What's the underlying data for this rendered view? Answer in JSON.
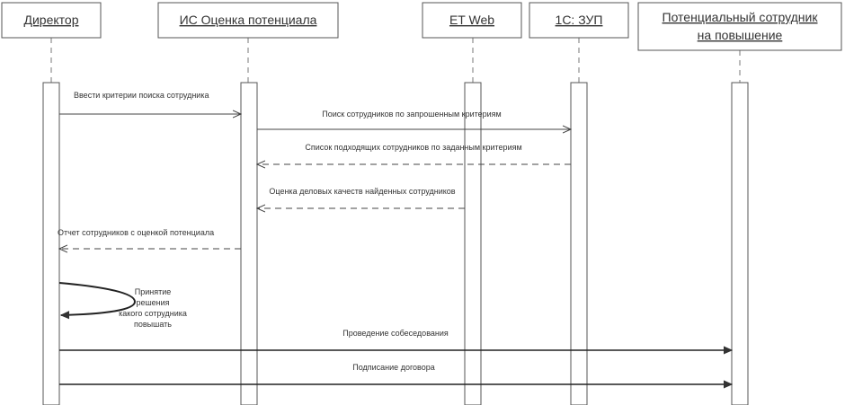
{
  "participants": [
    {
      "id": "director",
      "label": "Директор"
    },
    {
      "id": "is",
      "label": "ИС Оценка потенциала"
    },
    {
      "id": "etweb",
      "label": "ET Web"
    },
    {
      "id": "zup",
      "label": "1С: ЗУП"
    },
    {
      "id": "candidate",
      "label": "Потенциальный сотрудник на повышение",
      "lines": [
        "Потенциальный сотрудник",
        "на повышение"
      ]
    }
  ],
  "messages": [
    {
      "from": "director",
      "to": "is",
      "label": "Ввести критерии поиска сотрудника",
      "style": "solid"
    },
    {
      "from": "is",
      "to": "zup",
      "label": "Поиск сотрудников по запрошенным критериям",
      "style": "solid"
    },
    {
      "from": "zup",
      "to": "is",
      "label": "Список подходящих сотрудников по заданным критериям",
      "style": "dashed"
    },
    {
      "from": "etweb",
      "to": "is",
      "label": "Оценка деловых качеств найденных сотрудников",
      "style": "dashed"
    },
    {
      "from": "is",
      "to": "director",
      "label": "Отчет сотрудников с оценкой потенциала",
      "style": "dashed"
    },
    {
      "from": "director",
      "to": "director",
      "label": "Принятие решения какого сотрудника повышать",
      "lines": [
        "Принятие",
        "решения",
        "какого сотрудника",
        "повышать"
      ],
      "style": "self"
    },
    {
      "from": "director",
      "to": "candidate",
      "label": "Проведение собеседования",
      "style": "solid"
    },
    {
      "from": "director",
      "to": "candidate",
      "label": "Подписание договора",
      "style": "solid"
    }
  ]
}
